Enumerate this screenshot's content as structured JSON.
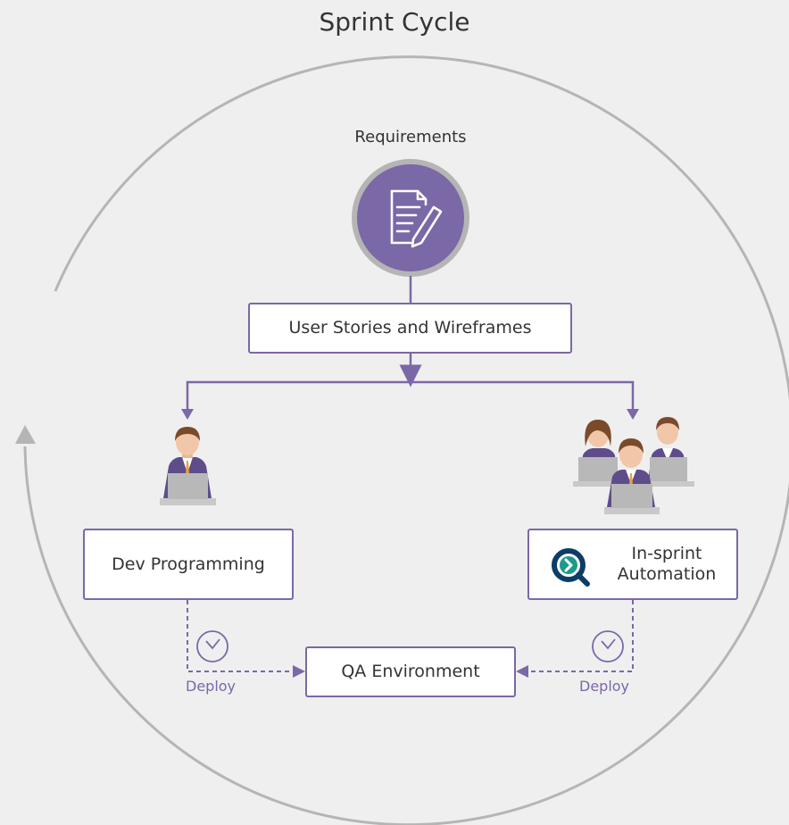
{
  "diagram": {
    "title": "Sprint Cycle",
    "requirements_label": "Requirements",
    "stories_label": "User Stories and Wireframes",
    "dev_label": "Dev Programming",
    "automation_label": "In-sprint Automation",
    "qa_label": "QA Environment",
    "deploy_left": "Deploy",
    "deploy_right": "Deploy"
  },
  "icons": {
    "requirements": "document-edit-icon",
    "developer": "person-laptop-icon",
    "team": "team-laptops-icon",
    "automation_logo": "q-logo-icon",
    "clock": "clock-icon"
  },
  "colors": {
    "accent": "#7b68a6",
    "circle_gray": "#b5b5b5",
    "background": "#efefef",
    "logo_teal": "#1c9a8b",
    "logo_navy": "#0d3d66"
  }
}
